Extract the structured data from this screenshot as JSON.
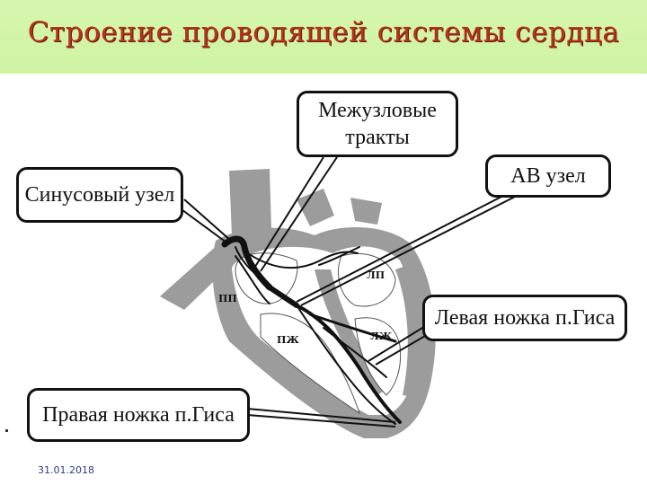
{
  "title": "Строение проводящей системы сердца",
  "callouts": {
    "mezhuzlovye": [
      "Межузловые",
      "тракты"
    ],
    "av_uzel": "АВ узел",
    "sinusovy": "Синусовый узел",
    "levaya": "Левая ножка п.Гиса",
    "pravaya": "Правая ножка п.Гиса"
  },
  "chambers": {
    "lp": "ЛП",
    "pp": "ПП",
    "pzh": "ПЖ",
    "lzh": "ЛЖ"
  },
  "footer": {
    "date": "31.01.2018"
  },
  "colors": {
    "title": "#b3331d",
    "title_shadow": "#6b1a10",
    "tissue": "#9c9c9c",
    "pathway": "#111111"
  }
}
